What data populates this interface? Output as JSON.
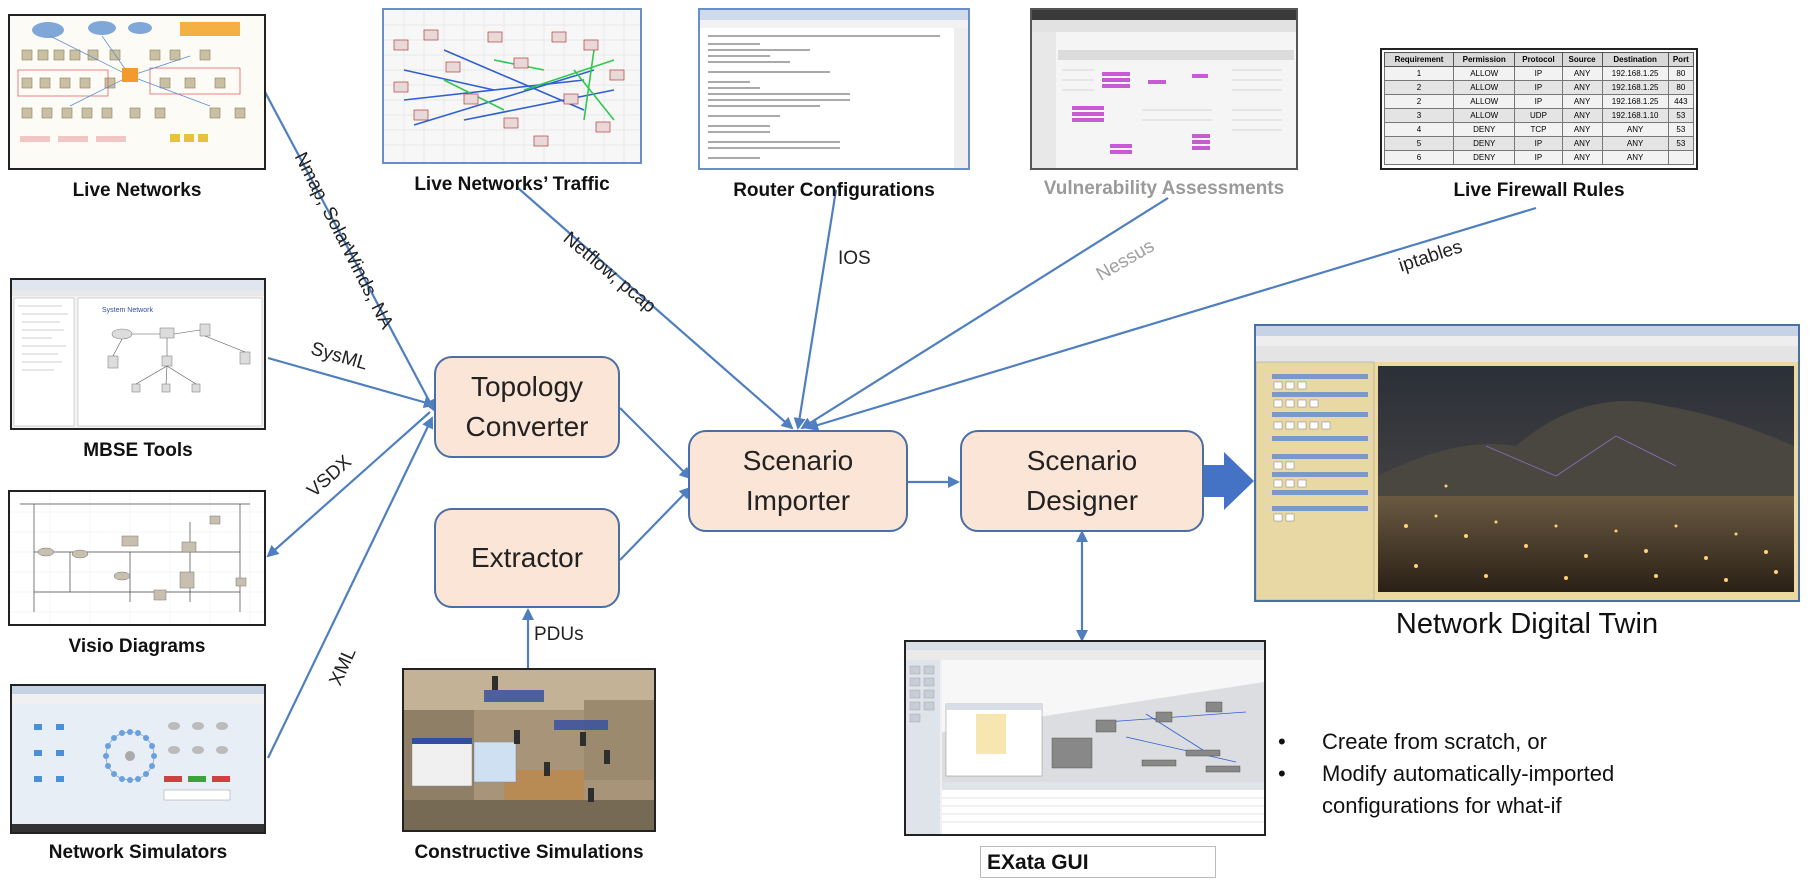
{
  "sources": {
    "live_networks": "Live Networks",
    "mbse_tools": "MBSE Tools",
    "visio_diagrams": "Visio Diagrams",
    "network_simulators": "Network Simulators",
    "live_networks_traffic": "Live Networks’ Traffic",
    "router_configurations": "Router Configurations",
    "vulnerability_assessments": "Vulnerability Assessments",
    "live_firewall_rules": "Live Firewall Rules",
    "constructive_simulations": "Constructive Simulations",
    "exata_gui": "EXata GUI"
  },
  "processes": {
    "topology_converter": [
      "Topology",
      "Converter"
    ],
    "extractor": "Extractor",
    "scenario_importer": [
      "Scenario",
      "Importer"
    ],
    "scenario_designer": [
      "Scenario",
      "Designer"
    ]
  },
  "edge_labels": {
    "nmap": "Nmap, SolarWinds, NA",
    "sysml": "SysML",
    "vsdx": "VSDX",
    "xml": "XML",
    "netflow": "Netflow, pcap",
    "ios": "IOS",
    "nessus": "Nessus",
    "iptables": "iptables",
    "pdus": "PDUs"
  },
  "output": {
    "title": "Network Digital Twin"
  },
  "bullets": [
    "Create from scratch, or",
    "Modify automatically-imported configurations for what-if"
  ],
  "firewall_table": {
    "headers": [
      "Requirement",
      "Permission",
      "Protocol",
      "Source",
      "Destination",
      "Port"
    ],
    "rows": [
      [
        "1",
        "ALLOW",
        "IP",
        "ANY",
        "192.168.1.25",
        "80"
      ],
      [
        "2",
        "ALLOW",
        "IP",
        "ANY",
        "192.168.1.25",
        "80"
      ],
      [
        "2",
        "ALLOW",
        "IP",
        "ANY",
        "192.168.1.25",
        "443"
      ],
      [
        "3",
        "ALLOW",
        "UDP",
        "ANY",
        "192.168.1.10",
        "53"
      ],
      [
        "4",
        "DENY",
        "TCP",
        "ANY",
        "ANY",
        "53"
      ],
      [
        "5",
        "DENY",
        "IP",
        "ANY",
        "ANY",
        "53"
      ],
      [
        "6",
        "DENY",
        "IP",
        "ANY",
        "ANY",
        ""
      ]
    ]
  },
  "colors": {
    "box_fill": "#fbe5d6",
    "box_border": "#4a6fa5",
    "arrow": "#4f7fbf",
    "big_arrow": "#4472c4"
  }
}
